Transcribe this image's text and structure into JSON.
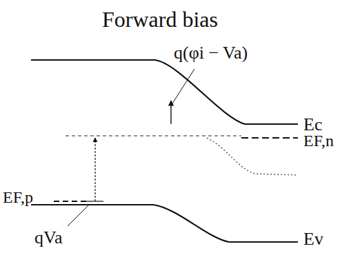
{
  "diagram": {
    "title": "Forward bias",
    "labels": [
      "q(φi − Va)",
      "Ec",
      "EF,n",
      "EF,p",
      "qVa",
      "Ev"
    ]
  }
}
